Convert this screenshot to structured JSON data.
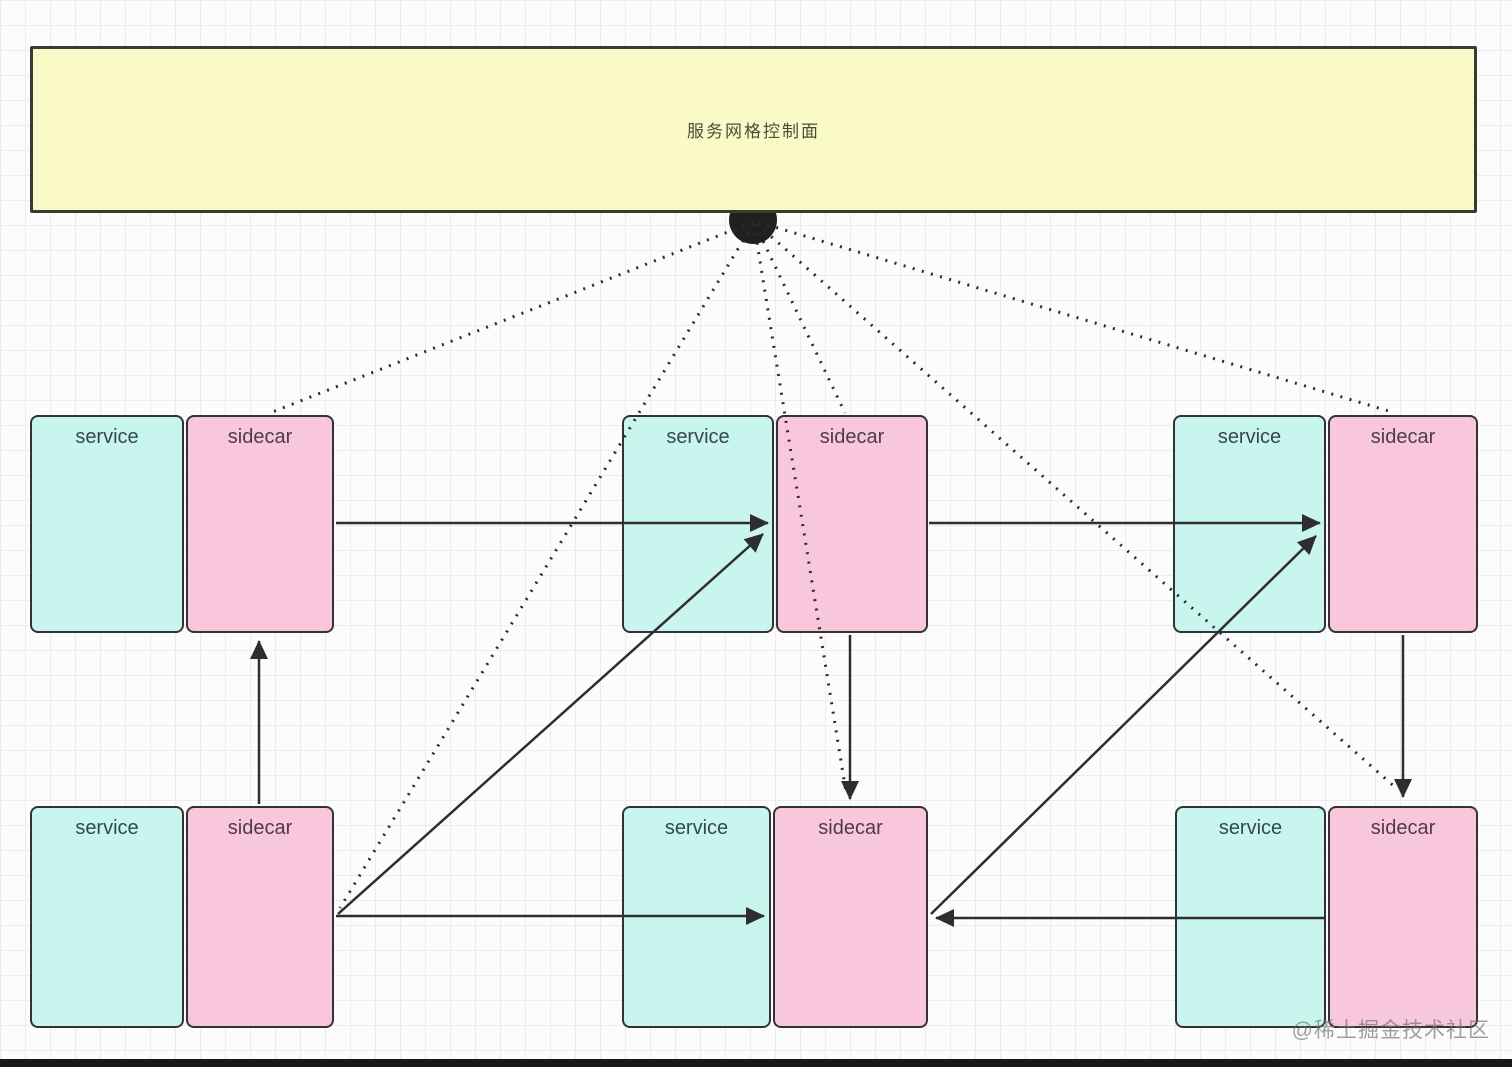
{
  "control_plane": {
    "label": "服务网格控制面"
  },
  "pairs": [
    {
      "id": "top-left",
      "service_label": "service",
      "sidecar_label": "sidecar"
    },
    {
      "id": "top-middle",
      "service_label": "service",
      "sidecar_label": "sidecar"
    },
    {
      "id": "top-right",
      "service_label": "service",
      "sidecar_label": "sidecar"
    },
    {
      "id": "bottom-left",
      "service_label": "service",
      "sidecar_label": "sidecar"
    },
    {
      "id": "bottom-middle",
      "service_label": "service",
      "sidecar_label": "sidecar"
    },
    {
      "id": "bottom-right",
      "service_label": "service",
      "sidecar_label": "sidecar"
    }
  ],
  "watermark": {
    "text": "@稀土掘金技术社区"
  },
  "colors": {
    "control_plane_fill": "#fafac7",
    "service_fill": "#c8f6ef",
    "sidecar_fill": "#f9c7db",
    "node_border": "#333336",
    "connector": "#2e2e2e",
    "hub_dot": "#202020",
    "grid_line": "#ececec",
    "background": "#fcfcfc",
    "watermark_text": "#6e6e6e",
    "bottom_strip": "#18181b"
  },
  "connections": [
    {
      "from": "control-plane",
      "to": "sidecar-top-left",
      "style": "dotted",
      "arrow": false
    },
    {
      "from": "control-plane",
      "to": "sidecar-bottom-left",
      "style": "dotted",
      "arrow": false
    },
    {
      "from": "control-plane",
      "to": "sidecar-top-middle",
      "style": "dotted",
      "arrow": false
    },
    {
      "from": "control-plane",
      "to": "sidecar-bottom-middle",
      "style": "dotted",
      "arrow": true
    },
    {
      "from": "control-plane",
      "to": "sidecar-top-right",
      "style": "dotted",
      "arrow": false
    },
    {
      "from": "control-plane",
      "to": "sidecar-bottom-right",
      "style": "dotted",
      "arrow": true
    },
    {
      "from": "sidecar-top-left",
      "to": "sidecar-top-middle",
      "style": "solid",
      "arrow": true
    },
    {
      "from": "sidecar-top-middle",
      "to": "sidecar-top-right",
      "style": "solid",
      "arrow": true
    },
    {
      "from": "sidecar-bottom-left",
      "to": "sidecar-top-left",
      "style": "solid",
      "arrow": true
    },
    {
      "from": "sidecar-bottom-left",
      "to": "sidecar-top-middle",
      "style": "solid",
      "arrow": true
    },
    {
      "from": "sidecar-top-middle",
      "to": "sidecar-bottom-middle",
      "style": "solid",
      "arrow": true
    },
    {
      "from": "sidecar-bottom-left",
      "to": "sidecar-bottom-middle",
      "style": "solid",
      "arrow": true
    },
    {
      "from": "sidecar-bottom-right",
      "to": "sidecar-bottom-middle",
      "style": "solid",
      "arrow": true
    },
    {
      "from": "sidecar-bottom-middle",
      "to": "sidecar-top-right",
      "style": "solid",
      "arrow": true
    },
    {
      "from": "sidecar-top-right",
      "to": "sidecar-bottom-right",
      "style": "solid",
      "arrow": true
    }
  ]
}
